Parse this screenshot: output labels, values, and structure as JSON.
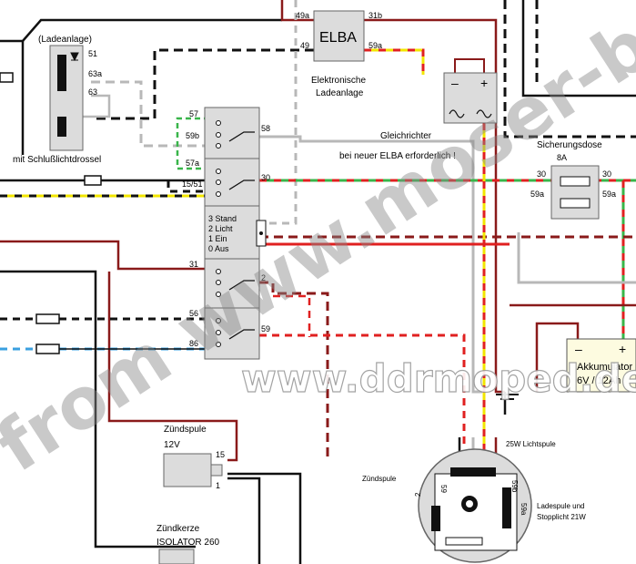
{
  "colors": {
    "black": "#111111",
    "gray": "#b8b8b8",
    "red": "#e02020",
    "darkred": "#8a1a1a",
    "yellow": "#f2e600",
    "green": "#39b54a",
    "blue": "#3aa0e0",
    "box_fill": "#dcdcdc",
    "battery_fill": "#fdfbe0"
  },
  "elba": {
    "title": "ELBA",
    "caption_line1": "Elektronische",
    "caption_line2": "Ladeanlage",
    "terminal_49a": "49a",
    "terminal_49": "49",
    "terminal_31b": "31b",
    "terminal_59a": "59a"
  },
  "ladeanlage": {
    "title": "(Ladeanlage)",
    "caption": "mit Schlußlichtdrossel",
    "terminal_51": "51",
    "terminal_63a": "63a",
    "terminal_63": "63"
  },
  "rectifier": {
    "label": "Gleichrichter",
    "note": "bei neuer ELBA erforderlich !",
    "minus": "–",
    "plus": "+"
  },
  "switch": {
    "t57": "57",
    "t59b": "59b",
    "t58": "58",
    "t57a": "57a",
    "t1551": "15/51",
    "t30": "30",
    "legend": [
      "3 Stand",
      "2 Licht",
      "1 Ein",
      "0 Aus"
    ],
    "t31": "31",
    "t2": "2",
    "t56": "56",
    "t86": "86",
    "t59": "59"
  },
  "fusebox": {
    "title": "Sicherungsdose",
    "rating": "8A",
    "left_top": "30",
    "right_top": "30",
    "left_bottom": "59a",
    "right_bottom": "59a"
  },
  "battery": {
    "minus": "–",
    "plus": "+",
    "line1": "Akkumulator",
    "line2": "6V / 12Ah"
  },
  "ignition_coil": {
    "title": "Zündspule",
    "voltage": "12V",
    "t15": "15",
    "t1": "1"
  },
  "spark_plug": {
    "title": "Zündkerze",
    "model": "ISOLATOR 260"
  },
  "generator": {
    "light_coil": "25W Lichtspule",
    "ignition_coil": "Zündspule",
    "charge_line1": "Ladespule und",
    "charge_line2": "Stopplicht 21W",
    "t59": "59",
    "t59b": "59b",
    "t59a": "59a",
    "t2": "2"
  },
  "watermark": {
    "text1": "from www.moser-b",
    "text2": "www.ddrmoped.de"
  }
}
